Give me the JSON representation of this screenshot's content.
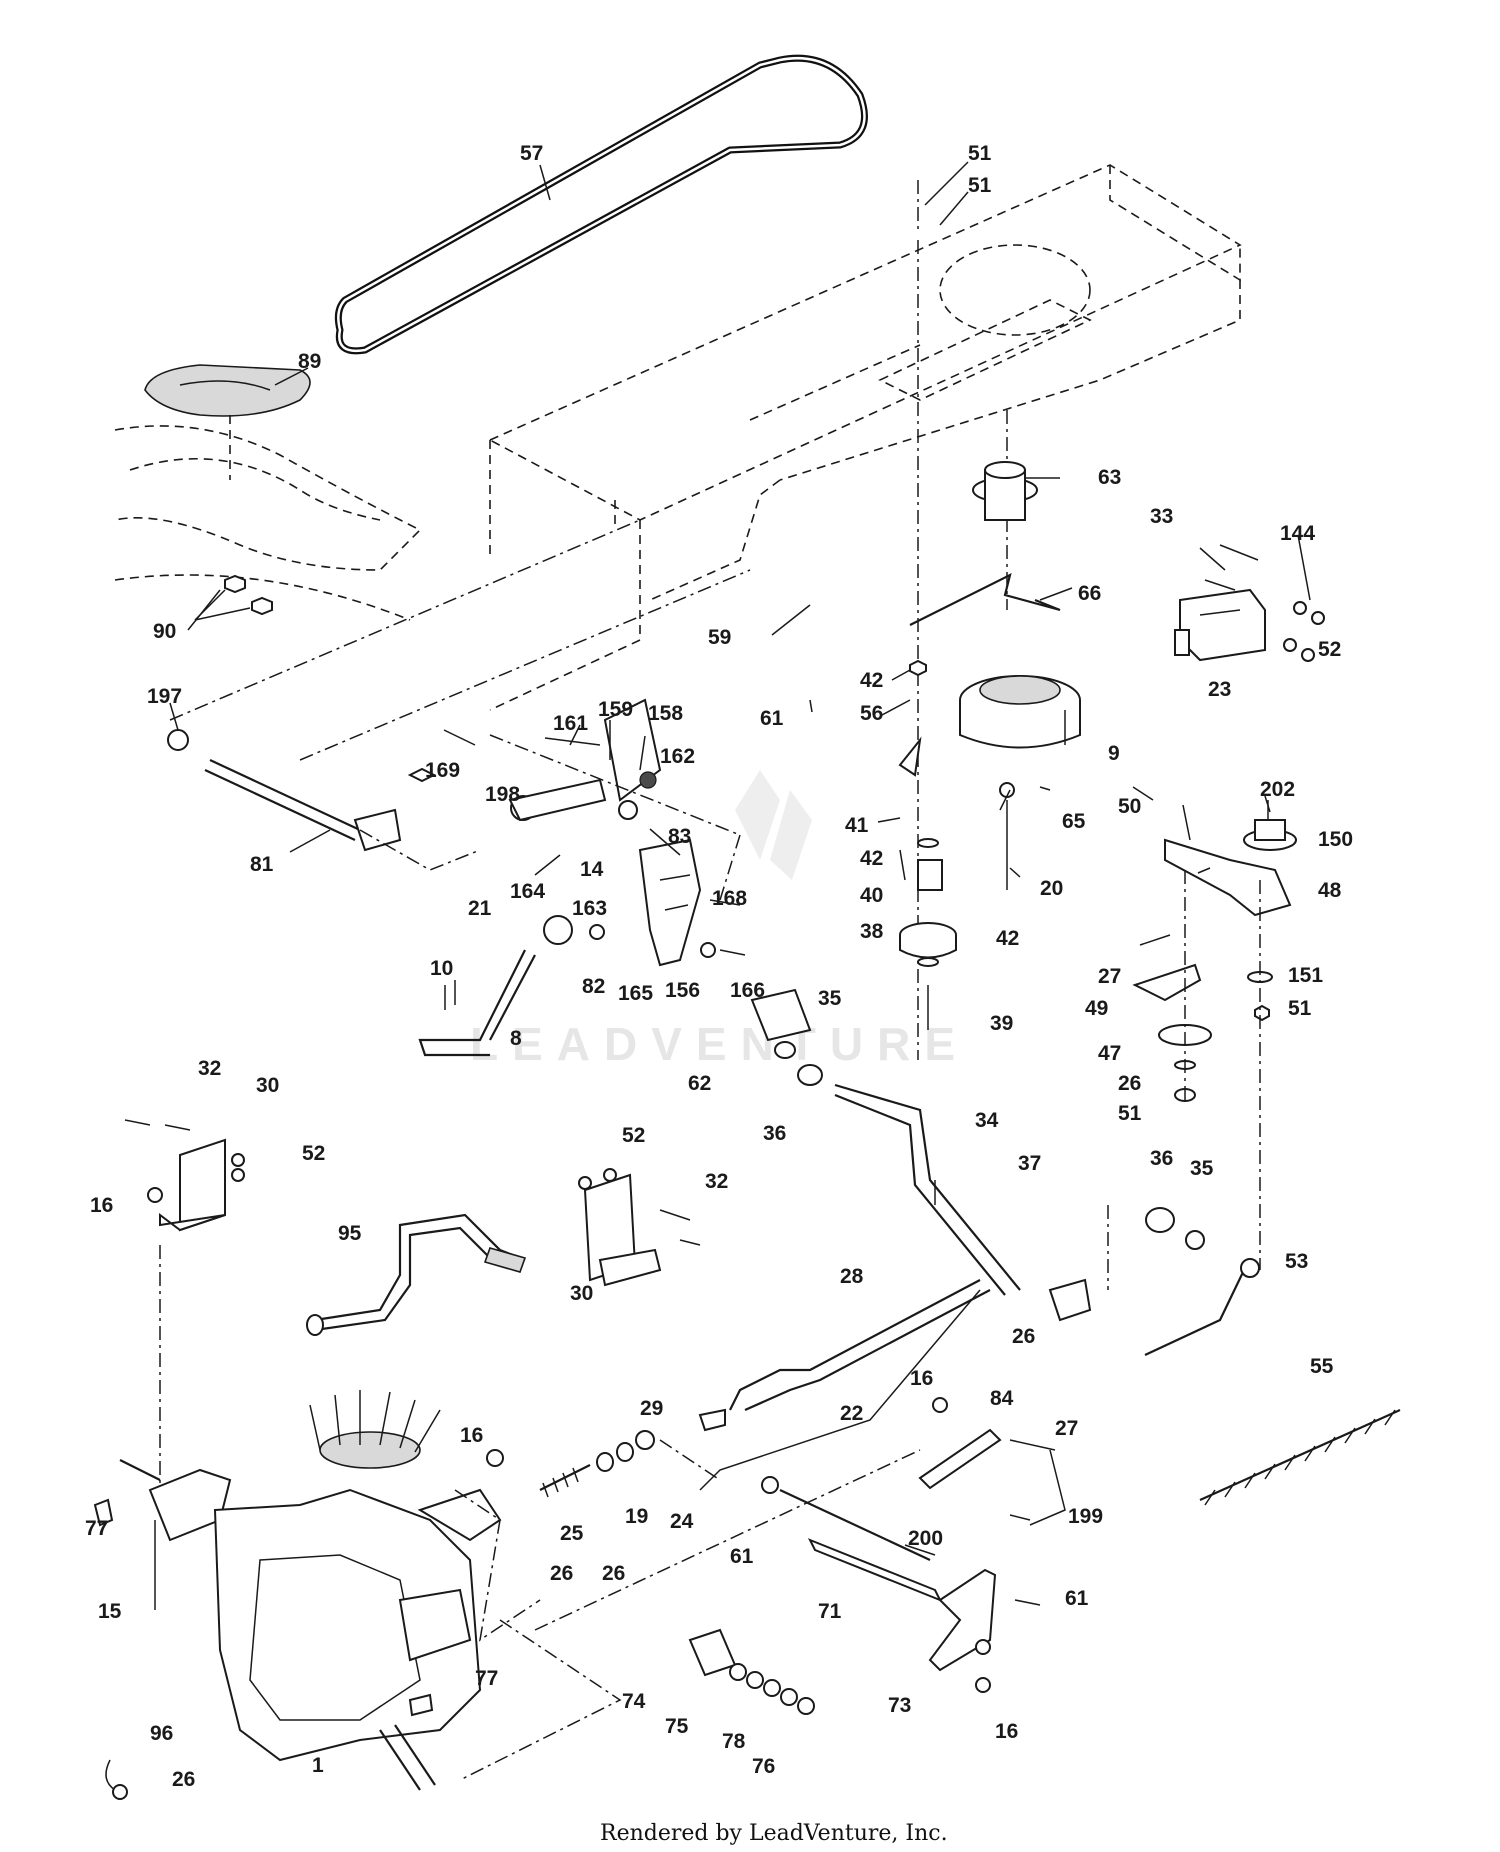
{
  "diagram": {
    "part_labels": [
      "57",
      "51",
      "51",
      "89",
      "63",
      "33",
      "144",
      "66",
      "90",
      "59",
      "42",
      "23",
      "52",
      "56",
      "61",
      "197",
      "161",
      "159",
      "158",
      "9",
      "162",
      "169",
      "198",
      "41",
      "65",
      "50",
      "202",
      "150",
      "42",
      "81",
      "83",
      "164",
      "14",
      "48",
      "20",
      "40",
      "163",
      "168",
      "21",
      "38",
      "42",
      "27",
      "151",
      "51",
      "82",
      "156",
      "166",
      "10",
      "165",
      "39",
      "35",
      "49",
      "47",
      "8",
      "62",
      "26",
      "36",
      "51",
      "32",
      "30",
      "34",
      "52",
      "52",
      "37",
      "16",
      "36",
      "35",
      "32",
      "95",
      "30",
      "53",
      "28",
      "26",
      "55",
      "29",
      "16",
      "84",
      "22",
      "27",
      "16",
      "77",
      "25",
      "19",
      "24",
      "199",
      "200",
      "61",
      "26",
      "26",
      "61",
      "71",
      "15",
      "77",
      "74",
      "73",
      "75",
      "78",
      "96",
      "16",
      "76",
      "26",
      "1"
    ],
    "watermark": "LEADVENTURE",
    "footer_credit": "Rendered by LeadVenture, Inc."
  }
}
